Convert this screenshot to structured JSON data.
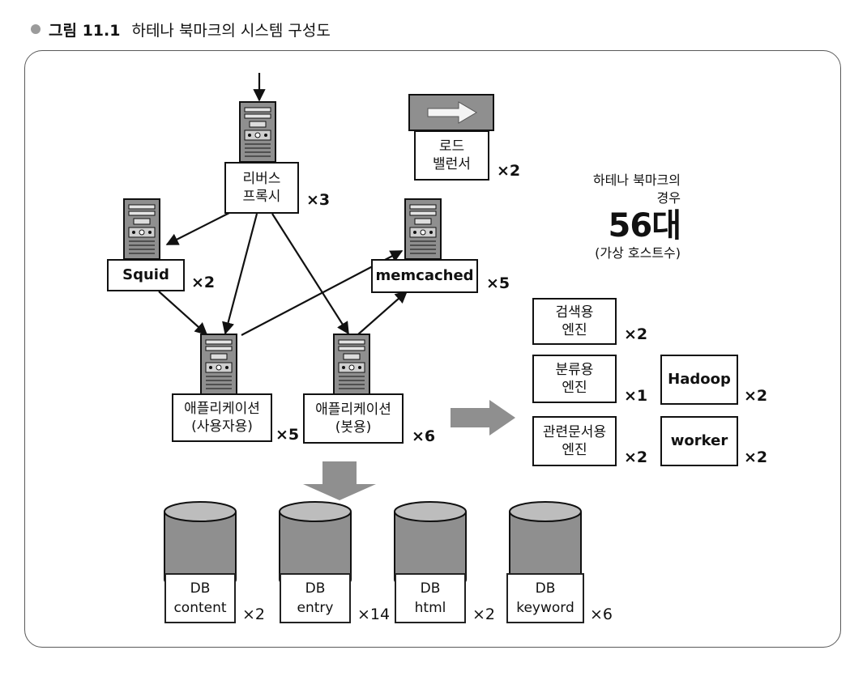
{
  "caption": {
    "label": "그림 11.1",
    "title": "하테나 북마크의 시스템 구성도"
  },
  "load_balancer": {
    "line1": "로드",
    "line2": "밸런서",
    "multiplier": "×2"
  },
  "reverse_proxy": {
    "line1": "리버스",
    "line2": "프록시",
    "multiplier": "×3"
  },
  "squid": {
    "label": "Squid",
    "multiplier": "×2"
  },
  "memcached": {
    "label": "memcached",
    "multiplier": "×5"
  },
  "app_user": {
    "line1": "애플리케이션",
    "line2": "(사용자용)",
    "multiplier": "×5"
  },
  "app_bot": {
    "line1": "애플리케이션",
    "line2": "(봇용)",
    "multiplier": "×6"
  },
  "summary": {
    "line1": "하테나 북마크의",
    "line2": "경우",
    "count": "56대",
    "note": "(가상 호스트수)"
  },
  "engines": {
    "search": {
      "line1": "검색용",
      "line2": "엔진",
      "multiplier": "×2"
    },
    "classify": {
      "line1": "분류용",
      "line2": "엔진",
      "multiplier": "×1"
    },
    "related": {
      "line1": "관련문서용",
      "line2": "엔진",
      "multiplier": "×2"
    },
    "hadoop": {
      "label": "Hadoop",
      "multiplier": "×2"
    },
    "worker": {
      "label": "worker",
      "multiplier": "×2"
    }
  },
  "databases": [
    {
      "line1": "DB",
      "line2": "content",
      "multiplier": "×2"
    },
    {
      "line1": "DB",
      "line2": "entry",
      "multiplier": "×14"
    },
    {
      "line1": "DB",
      "line2": "html",
      "multiplier": "×2"
    },
    {
      "line1": "DB",
      "line2": "keyword",
      "multiplier": "×6"
    }
  ]
}
